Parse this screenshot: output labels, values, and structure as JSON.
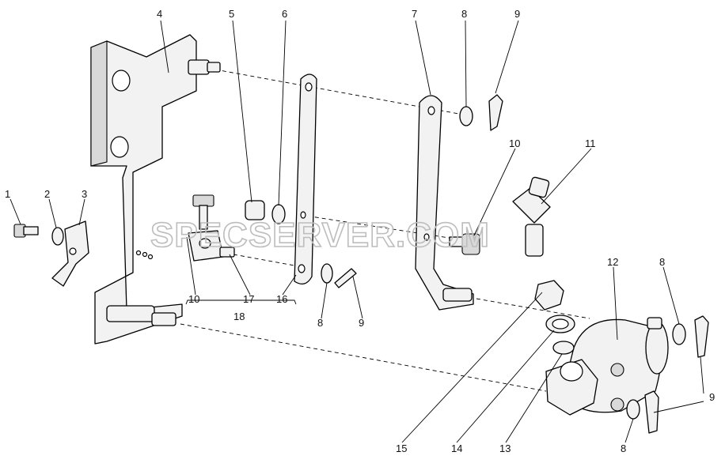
{
  "watermark": "SPECSERVER.COM",
  "callouts": {
    "c1": "1",
    "c2": "2",
    "c3": "3",
    "c4": "4",
    "c5": "5",
    "c6": "6",
    "c7": "7",
    "c8a": "8",
    "c9a": "9",
    "c10a": "10",
    "c11": "11",
    "c12": "12",
    "c8b": "8",
    "c8c": "8",
    "c8d": "8",
    "c9b": "9",
    "c9c": "9",
    "c10b": "10",
    "c17": "17",
    "c16": "16",
    "c18": "18",
    "c15": "15",
    "c14": "14",
    "c13": "13"
  },
  "colors": {
    "line": "#000000",
    "fill": "#f2f2f2",
    "shade": "#d9d9d9",
    "watermark": "#bdbdbd"
  }
}
